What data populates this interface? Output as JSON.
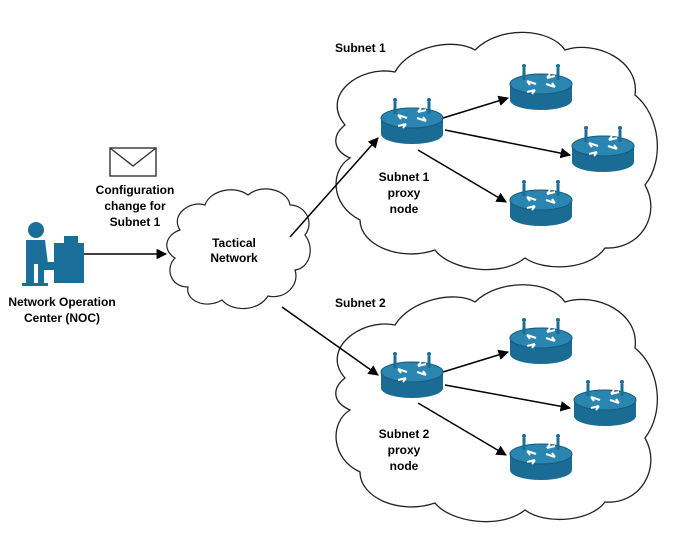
{
  "labels": {
    "subnet1_title": "Subnet 1",
    "subnet2_title": "Subnet 2",
    "tactical_line1": "Tactical",
    "tactical_line2": "Network",
    "config_line1": "Configuration",
    "config_line2": "change for",
    "config_line3": "Subnet 1",
    "noc_line1": "Network Operation",
    "noc_line2": "Center (NOC)",
    "proxy1_line1": "Subnet 1",
    "proxy1_line2": "proxy",
    "proxy1_line3": "node",
    "proxy2_line1": "Subnet 2",
    "proxy2_line2": "proxy",
    "proxy2_line3": "node"
  },
  "icons": {
    "message": "envelope-icon",
    "operator": "operator-at-workstation-icon",
    "router": "wireless-router-icon"
  },
  "colors": {
    "router_fill": "#1b6c94",
    "router_top": "#2a86b0",
    "noc_fill": "#1a6f9a",
    "cloud_stroke": "#222222",
    "arrow": "#000000"
  }
}
